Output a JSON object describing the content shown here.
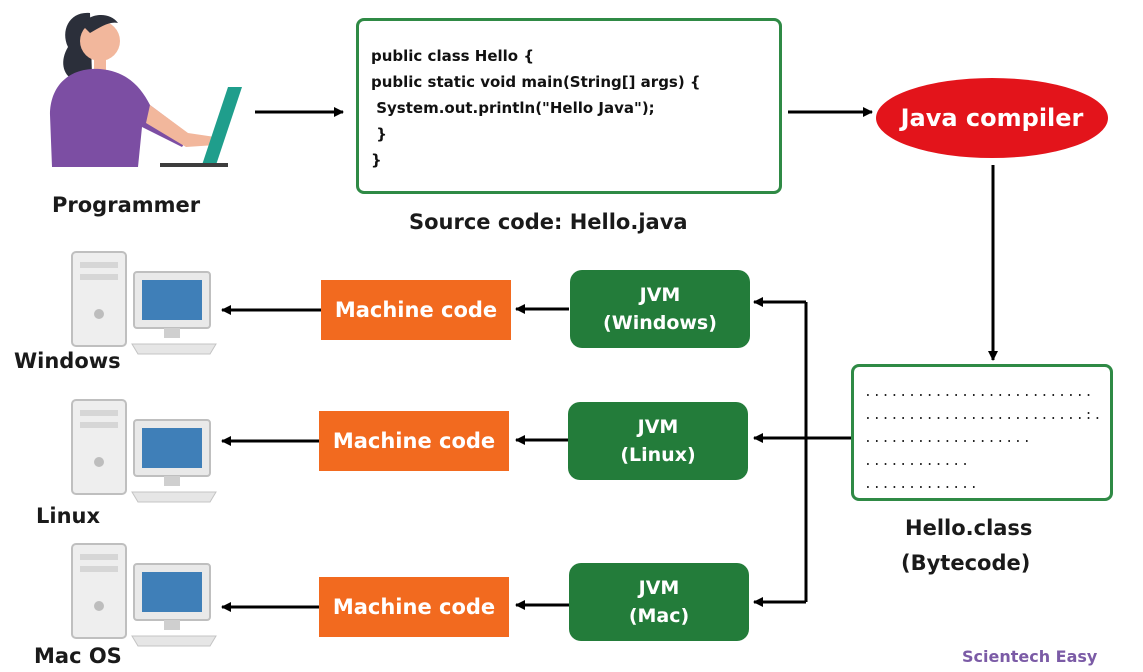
{
  "programmer": {
    "label": "Programmer"
  },
  "source": {
    "code_lines": [
      "public class Hello {",
      "public static void main(String[] args) {",
      " System.out.println(\"Hello Java\");",
      " }",
      "}"
    ],
    "caption": "Source code: Hello.java"
  },
  "compiler": {
    "label": "Java compiler"
  },
  "bytecode": {
    "dot_lines": [
      "..........................",
      ".........................:.",
      "...................",
      "............",
      "............."
    ],
    "caption_line1": "Hello.class",
    "caption_line2": "(Bytecode)"
  },
  "platforms": [
    {
      "os": "Windows",
      "jvm_line1": "JVM",
      "jvm_line2": "(Windows)",
      "machine_code": "Machine code"
    },
    {
      "os": "Linux",
      "jvm_line1": "JVM",
      "jvm_line2": "(Linux)",
      "machine_code": "Machine code"
    },
    {
      "os": "Mac OS",
      "jvm_line1": "JVM",
      "jvm_line2": "(Mac)",
      "machine_code": "Machine code"
    }
  ],
  "watermark": "Scientech Easy",
  "colors": {
    "box_border": "#2f8a45",
    "compiler": "#e3141b",
    "jvm": "#237c3a",
    "machine_code": "#f26a1f",
    "watermark": "#7b5ba6"
  },
  "icons": [
    "programmer-illustration",
    "desktop-computer-icon"
  ]
}
